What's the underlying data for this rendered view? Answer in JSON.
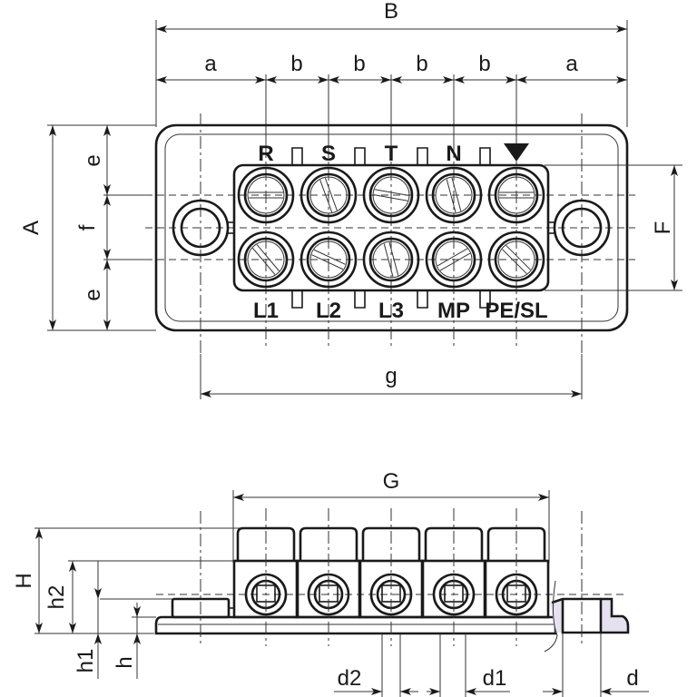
{
  "title": "Terminal block dimension drawing",
  "top_view": {
    "dimensions": {
      "overall_width": "B",
      "end_spacing": "a",
      "pitch": "b",
      "overall_height": "A",
      "edge_to_row": "e",
      "row_spacing": "f",
      "block_height": "F",
      "mounting_hole_spacing": "g"
    },
    "terminal_labels_top": [
      "R",
      "S",
      "T",
      "N",
      "earth-symbol"
    ],
    "terminal_labels_bottom": [
      "L1",
      "L2",
      "L3",
      "MP",
      "PE/SL"
    ]
  },
  "side_view": {
    "dimensions": {
      "block_width": "G",
      "total_height": "H",
      "clamp_height": "h2",
      "base_height": "h1",
      "flange_height": "h",
      "screw_diameter": "d2",
      "clamp_diameter": "d1",
      "hole_diameter": "d"
    }
  }
}
